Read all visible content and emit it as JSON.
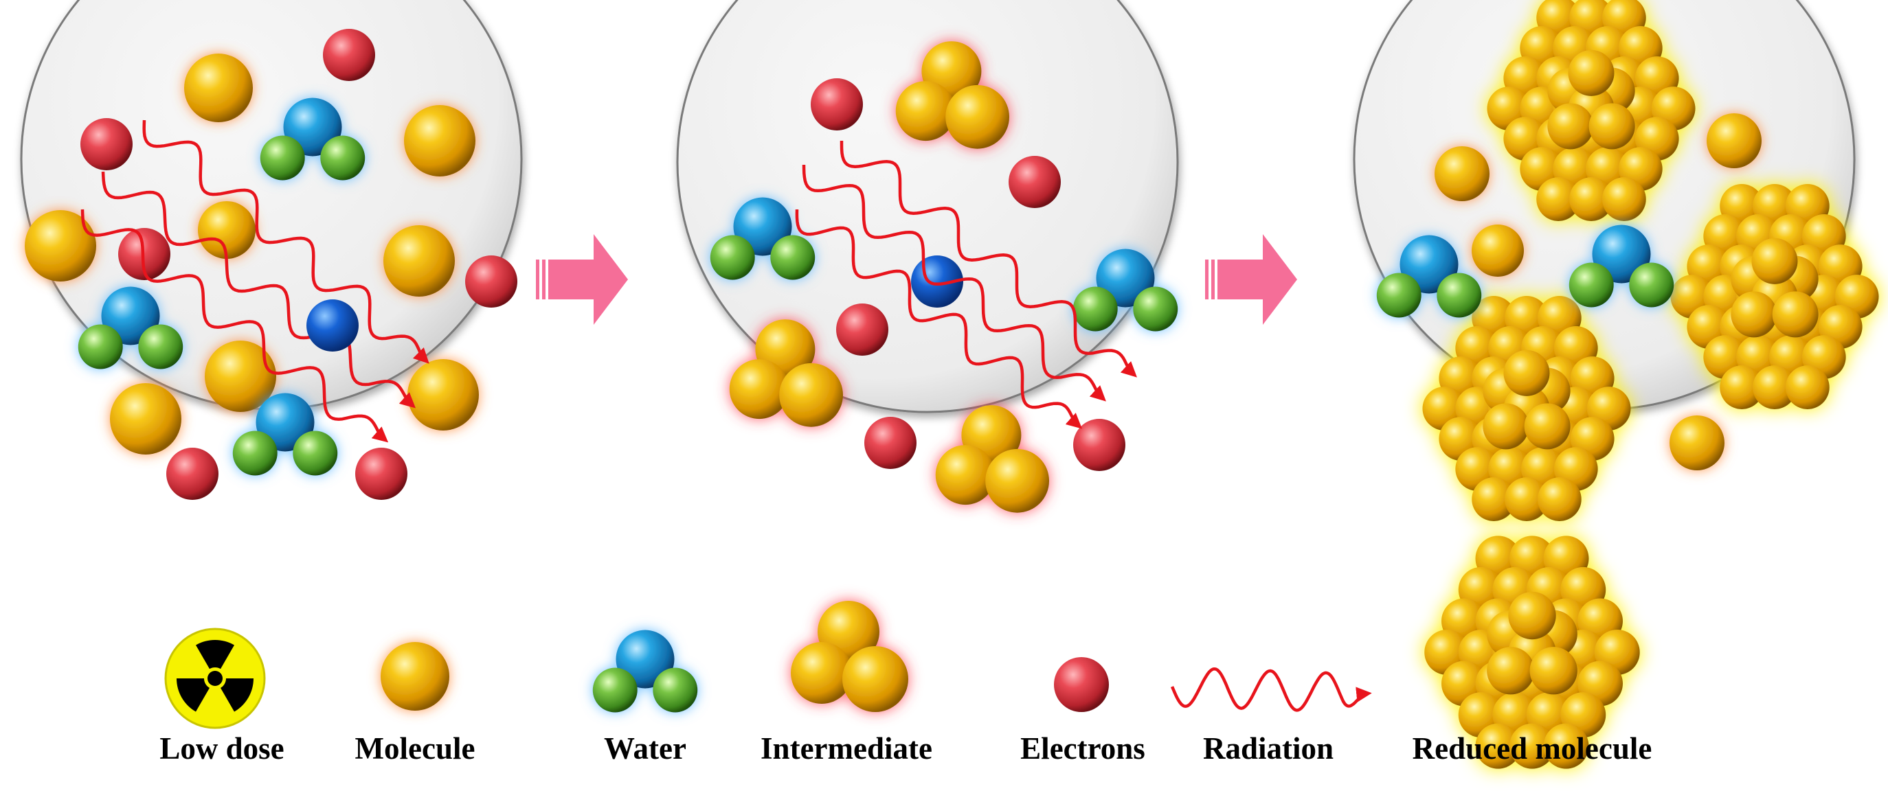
{
  "legend": {
    "low_dose": "Low dose",
    "molecule": "Molecule",
    "water": "Water",
    "intermediate": "Intermediate",
    "electrons": "Electrons",
    "radiation": "Radiation",
    "reduced_molecule": "Reduced molecule"
  },
  "colors": {
    "molecule": "#f2b400",
    "water_oxygen": "#1fa0dd",
    "water_hydrogen": "#6dc13d",
    "electron": "#e23c48",
    "radiation": "#e8141c",
    "arrow": "#f56e98",
    "radiation_symbol_bg": "#f6f200",
    "vessel": "#ececec"
  },
  "stages": [
    "stage-1",
    "stage-2",
    "stage-3"
  ]
}
